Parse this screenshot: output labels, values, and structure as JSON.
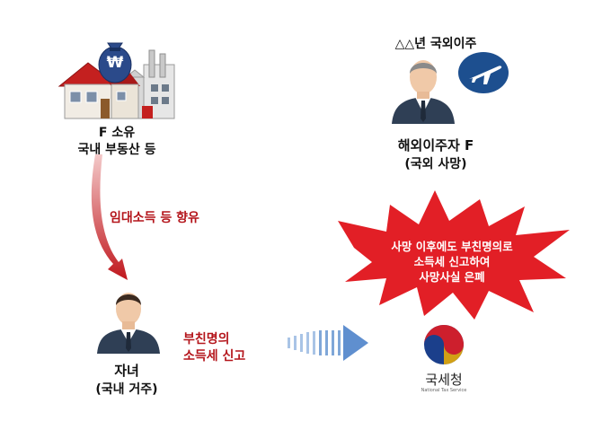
{
  "property": {
    "currency_symbol": "₩",
    "line1": "F 소유",
    "line2": "국내 부동산 등"
  },
  "emigrant": {
    "header": "△△년 국외이주",
    "name": "해외이주자 F",
    "status": "(국외 사망)"
  },
  "flows": {
    "rental": "임대소득 등 향유",
    "false_report_line1": "부친명의",
    "false_report_line2": "소득세 신고"
  },
  "child": {
    "name": "자녀",
    "status": "(국내 거주)"
  },
  "burst": {
    "line1": "사망 이후에도 부친명의로",
    "line2": "소득세 신고하여",
    "line3": "사망사실 은폐"
  },
  "agency": {
    "name": "국세청",
    "subtitle": "National Tax Service"
  },
  "colors": {
    "accent_red": "#b4151b",
    "burst_red": "#e21f26",
    "plane_blue": "#1d4f8f",
    "suit_dark": "#2f3f55"
  },
  "icons": [
    "house-factory-icon",
    "money-bag-icon",
    "airplane-icon",
    "businessman-icon",
    "burst-icon",
    "nts-logo-icon",
    "dotted-arrow-icon"
  ]
}
